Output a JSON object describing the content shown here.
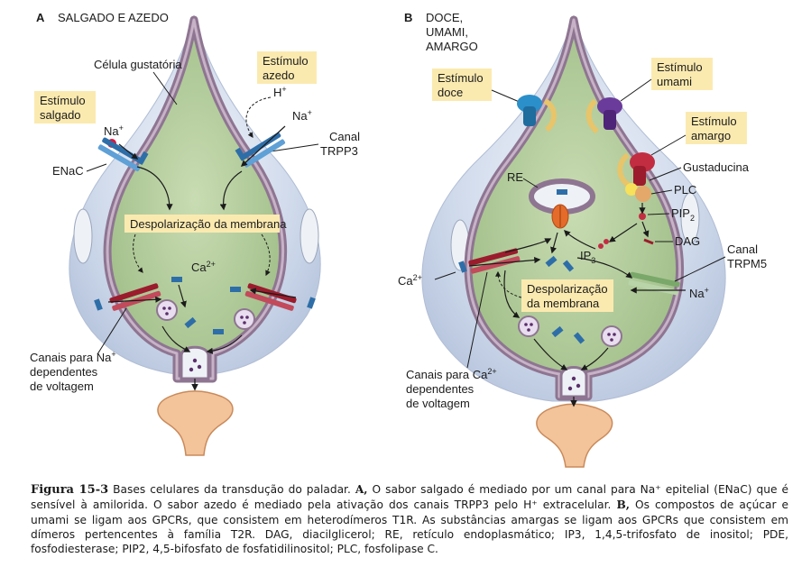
{
  "panel_a": {
    "letter": "A",
    "title": "SALGADO E AZEDO",
    "cell_label": "Célula gustatória",
    "salty_stimulus": [
      "Estímulo",
      "salgado"
    ],
    "sour_stimulus": [
      "Estímulo",
      "azedo"
    ],
    "h_ion": "H",
    "h_sup": "+",
    "na_left": "Na",
    "na_right": "Na",
    "na_sup": "+",
    "enac": "ENaC",
    "trpp3": [
      "Canal",
      "TRPP3"
    ],
    "depolarization": "Despolarização da membrana",
    "ca": "Ca",
    "ca_sup": "2+",
    "voltage_channels": [
      "Canais para Na",
      "dependentes",
      "de voltagem"
    ],
    "voltage_sup": "+"
  },
  "panel_b": {
    "letter": "B",
    "title": [
      "DOCE,",
      "UMAMI,",
      "AMARGO"
    ],
    "sweet_stimulus": [
      "Estímulo",
      "doce"
    ],
    "umami_stimulus": [
      "Estímulo",
      "umami"
    ],
    "bitter_stimulus": [
      "Estímulo",
      "amargo"
    ],
    "gustducin": "Gustaducina",
    "plc": "PLC",
    "pip2": "PIP",
    "pip2_sub": "2",
    "dag": "DAG",
    "re": "RE",
    "ip3": "IP",
    "ip3_sub": "3",
    "trpm5": [
      "Canal",
      "TRPM5"
    ],
    "na": "Na",
    "na_sup": "+",
    "ca": "Ca",
    "ca_sup": "2+",
    "depolarization": [
      "Despolarização",
      "da membrana"
    ],
    "voltage_channels": [
      "Canais para Ca",
      "dependentes",
      "de voltagem"
    ],
    "voltage_sup": "2+"
  },
  "caption": {
    "figure": "Figura 15-3",
    "intro": " Bases celulares da transdução do paladar. ",
    "a_label": "A,",
    "a_text": " O sabor salgado é mediado por um canal para Na⁺ epitelial (ENaC) que é sensível à amilorida. O sabor azedo é mediado pela ativação dos canais TRPP3 pelo H⁺ extracelular. ",
    "b_label": "B,",
    "b_text": " Os compostos de açúcar e umami se ligam aos GPCRs, que consistem em heterodímeros T1R. As substâncias amargas se ligam aos GPCRs que consistem em dímeros pertencentes à família T2R. DAG, diacilglicerol; RE, retículo endoplasmático; IP3, 1,4,5-trifosfato de inositol; PDE, fosfodiesterase; PIP2, 4,5-bifosfato de fosfatidilinositol; PLC, fosfolipase C."
  },
  "colors": {
    "cytoplasm": "#a9c693",
    "membrane": "#9a7f9c",
    "outer_cell": "#d6e0ee",
    "label_box": "#fbeab0",
    "channel_blue": "#2e6ea8",
    "channel_red": "#9b1c2c",
    "afferent": "#f3c39a"
  }
}
